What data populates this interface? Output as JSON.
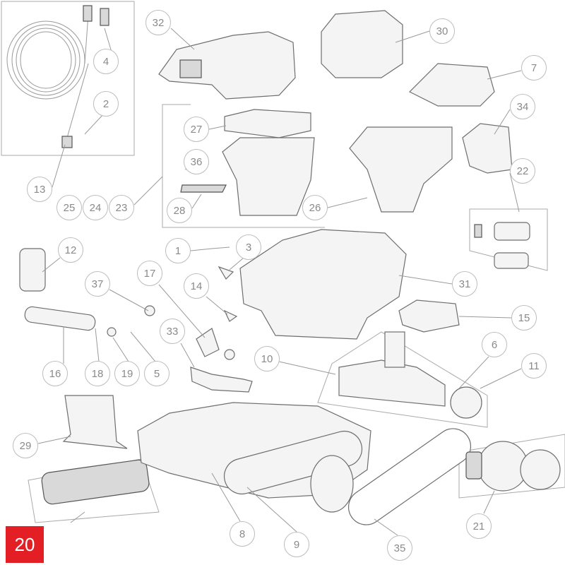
{
  "diagram": {
    "highlighted_part": "20",
    "accent_color": "#e31e24",
    "callouts": [
      {
        "id": "32"
      },
      {
        "id": "30"
      },
      {
        "id": "4"
      },
      {
        "id": "7"
      },
      {
        "id": "2"
      },
      {
        "id": "34"
      },
      {
        "id": "27"
      },
      {
        "id": "36"
      },
      {
        "id": "13"
      },
      {
        "id": "25"
      },
      {
        "id": "24"
      },
      {
        "id": "23"
      },
      {
        "id": "28"
      },
      {
        "id": "26"
      },
      {
        "id": "22"
      },
      {
        "id": "12"
      },
      {
        "id": "1"
      },
      {
        "id": "3"
      },
      {
        "id": "37"
      },
      {
        "id": "17"
      },
      {
        "id": "14"
      },
      {
        "id": "31"
      },
      {
        "id": "15"
      },
      {
        "id": "33"
      },
      {
        "id": "10"
      },
      {
        "id": "6"
      },
      {
        "id": "11"
      },
      {
        "id": "16"
      },
      {
        "id": "18"
      },
      {
        "id": "19"
      },
      {
        "id": "5"
      },
      {
        "id": "29"
      },
      {
        "id": "8"
      },
      {
        "id": "9"
      },
      {
        "id": "35"
      },
      {
        "id": "21"
      }
    ]
  }
}
